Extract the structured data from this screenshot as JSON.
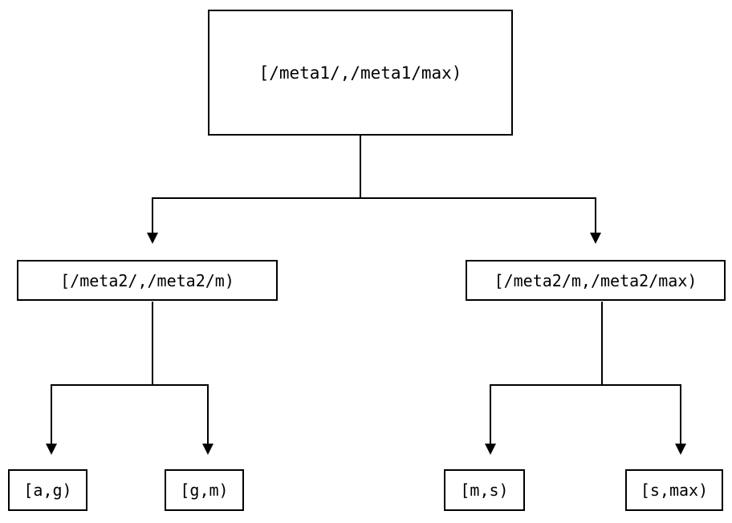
{
  "diagram": {
    "type": "binary-interval-tree",
    "background_color": "#ffffff",
    "line_color": "#000000",
    "text_color": "#000000",
    "nodes": {
      "root": {
        "label": "[/meta1/,/meta1/max)",
        "level": 0
      },
      "mid_left": {
        "label": "[/meta2/,/meta2/m)",
        "level": 1
      },
      "mid_right": {
        "label": "[/meta2/m,/meta2/max)",
        "level": 1
      },
      "leaf_a_g": {
        "label": "[a,g)",
        "level": 2
      },
      "leaf_g_m": {
        "label": "[g,m)",
        "level": 2
      },
      "leaf_m_s": {
        "label": "[m,s)",
        "level": 2
      },
      "leaf_s_max": {
        "label": "[s,max)",
        "level": 2
      }
    },
    "edges": [
      {
        "from": "root",
        "to": "mid_left",
        "arrow": "down-triangle"
      },
      {
        "from": "root",
        "to": "mid_right",
        "arrow": "down-triangle"
      },
      {
        "from": "mid_left",
        "to": "leaf_a_g",
        "arrow": "down-triangle"
      },
      {
        "from": "mid_left",
        "to": "leaf_g_m",
        "arrow": "down-triangle"
      },
      {
        "from": "mid_right",
        "to": "leaf_m_s",
        "arrow": "down-triangle"
      },
      {
        "from": "mid_right",
        "to": "leaf_s_max",
        "arrow": "down-triangle"
      }
    ]
  }
}
